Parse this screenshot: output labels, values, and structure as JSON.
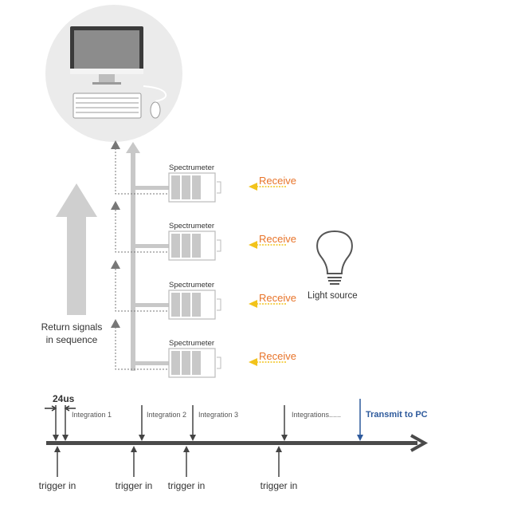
{
  "computer": {
    "label": "PC"
  },
  "spectrometers": [
    {
      "label": "Spectrumeter",
      "receive": "Receive"
    },
    {
      "label": "Spectrumeter",
      "receive": "Receive"
    },
    {
      "label": "Spectrumeter",
      "receive": "Receive"
    },
    {
      "label": "Spectrumeter",
      "receive": "Receive"
    }
  ],
  "return_signals": {
    "line1": "Return signals",
    "line2": "in sequence"
  },
  "light_source": {
    "label": "Light source"
  },
  "timeline": {
    "delay_label": "24us",
    "integrations": [
      "Integration 1",
      "Integration 2",
      "Integration 3",
      "Integrations......"
    ],
    "triggers": [
      "trigger in",
      "trigger in",
      "trigger in",
      "trigger in"
    ],
    "transmit": "Transmit to PC"
  },
  "colors": {
    "receive": "#e8742a",
    "receive_arrow": "#f2c31b",
    "transmit": "#2e5a9c",
    "timeline": "#4a4a4a",
    "signal": "#c8c8c8"
  }
}
